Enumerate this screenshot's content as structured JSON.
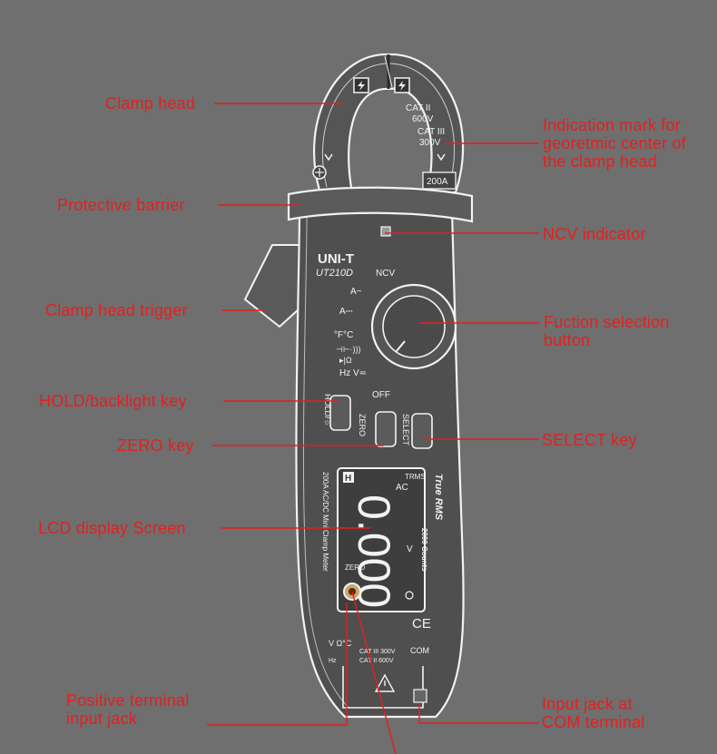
{
  "callouts": {
    "clamp_head": "Clamp head",
    "protective_barrier": "Protective barrier",
    "clamp_head_trigger": "Clamp head trigger",
    "hold_backlight_key": "HOLD/backlight key",
    "zero_key": "ZERO key",
    "lcd_display_screen": "LCD display Screen",
    "positive_terminal": "Positive terminal\ninput jack",
    "indication_mark": "Indication mark for\ngeoretmic center of\nthe clamp head",
    "ncv_indicator": "NCV indicator",
    "function_selection_button": "Fuction selection\nbutton",
    "select_key": "SELECT key",
    "input_jack_com": "Input jack at\nCOM terminal"
  },
  "device": {
    "brand": "UNI-T",
    "model": "UT210D",
    "cat_ii": "CAT II",
    "cat_ii_voltage": "600V",
    "cat_iii": "CAT III",
    "cat_iii_voltage": "300V",
    "rating": "200A",
    "dial": {
      "ncv": "NCV",
      "a_ac": "A~",
      "a_dc": "A⎓",
      "temp": "°F°C",
      "cap_diode": "⊣⊢·)))",
      "resistance": "▸|Ω",
      "hz_v": "Hz V≂",
      "off": "OFF"
    },
    "keys": {
      "hold": "HOLD/☼",
      "zero": "ZERO",
      "select": "SELECT"
    },
    "lcd": {
      "h_indicator": "H",
      "trms": "TRMS",
      "ac": "AC",
      "digits": "0.000",
      "unit": "V",
      "zero_flag": "ZERO"
    },
    "side_text_1": "True RMS",
    "side_text_2": "2000 Counts",
    "side_text_3": "200A AC/DC Mini Clamp Meter",
    "ce_mark": "CE",
    "terminal_v": "V Ω°C",
    "terminal_rating_1": "CAT III 300V",
    "terminal_rating_2": "CAT II 600V",
    "terminal_com": "COM",
    "terminal_hz": "Hz"
  },
  "colors": {
    "background": "#6f6f6f",
    "callout": "#e41f1f",
    "device_edge": "#f2f2f2",
    "device_body": "#4f4f4f"
  }
}
